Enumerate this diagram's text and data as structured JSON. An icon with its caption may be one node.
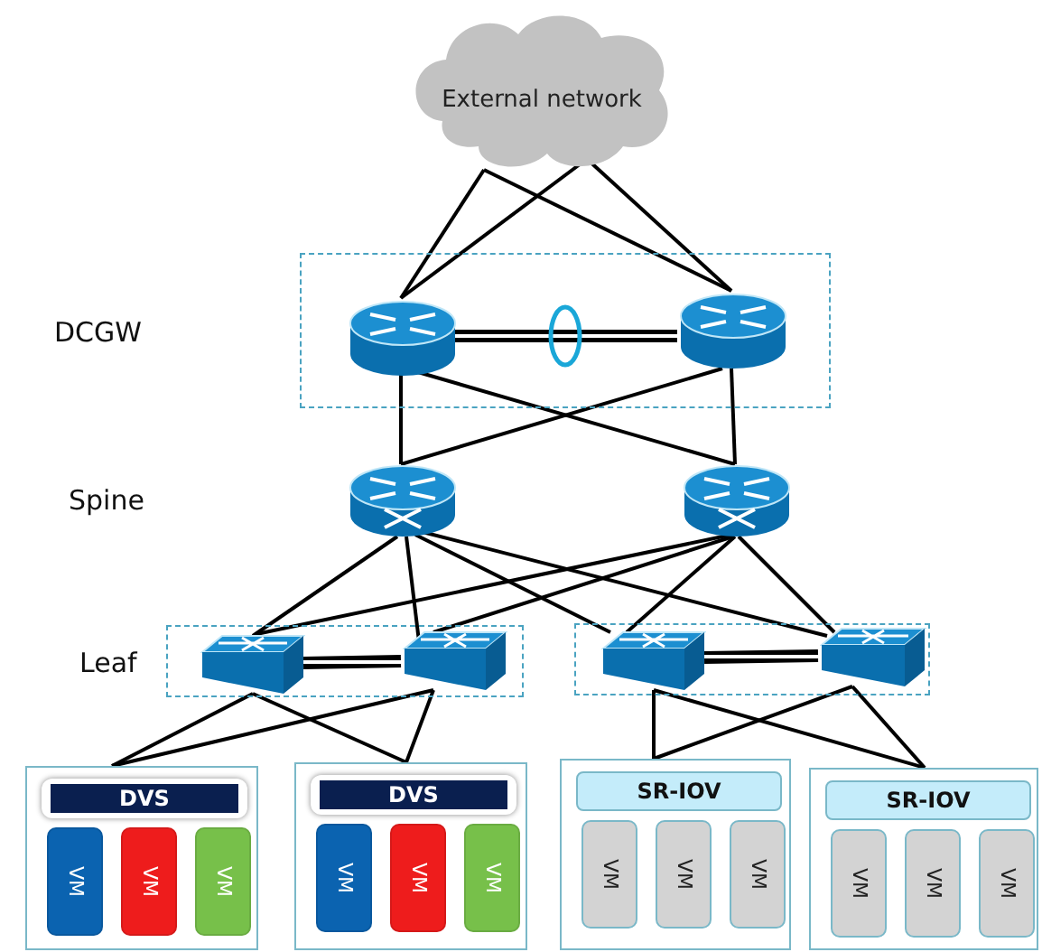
{
  "diagram": {
    "nodes": [
      {
        "text": [
          "External network"
        ]
      },
      {
        "text": [],
        "shape": "box"
      },
      {
        "text": [],
        "shape": "router",
        "in": 1
      },
      {
        "text": [],
        "shape": "router",
        "in": 1
      },
      {
        "text": [],
        "shape": "router"
      },
      {
        "text": [],
        "shape": "router"
      },
      {
        "text": [],
        "shape": "box"
      },
      {
        "text": [],
        "shape": "switch",
        "in": 6
      },
      {
        "text": [],
        "shape": "switch",
        "in": 6
      },
      {
        "text": [],
        "shape": "box"
      },
      {
        "text": [],
        "shape": "switch",
        "in": 9
      },
      {
        "text": [],
        "shape": "switch",
        "in": 9
      },
      {
        "text": [],
        "shape": "box"
      },
      {
        "text": [
          "DVS"
        ],
        "in": 12
      },
      {
        "text": [
          "VM"
        ],
        "in": 12
      },
      {
        "text": [
          "VM"
        ],
        "in": 12
      },
      {
        "text": [
          "VM"
        ],
        "in": 12
      },
      {
        "text": [],
        "shape": "box"
      },
      {
        "text": [
          "DVS"
        ],
        "in": 17
      },
      {
        "text": [
          "VM"
        ],
        "in": 17
      },
      {
        "text": [
          "VM"
        ],
        "in": 17
      },
      {
        "text": [
          "VM"
        ],
        "in": 17
      },
      {
        "text": [],
        "shape": "box"
      },
      {
        "text": [
          "SR-IOV"
        ],
        "in": 22
      },
      {
        "text": [
          "VM"
        ],
        "in": 22
      },
      {
        "text": [
          "VM"
        ],
        "in": 22
      },
      {
        "text": [
          "VM"
        ],
        "in": 22
      },
      {
        "text": [],
        "shape": "box"
      },
      {
        "text": [
          "SR-IOV"
        ],
        "in": 27
      },
      {
        "text": [
          "VM"
        ],
        "in": 27
      },
      {
        "text": [
          "VM"
        ],
        "in": 27
      },
      {
        "text": [
          "VM"
        ],
        "in": 27
      }
    ],
    "edges": [
      {
        "from": 0,
        "to": 2,
        "arrow": "none"
      },
      {
        "from": 0,
        "to": 3,
        "arrow": "none"
      },
      {
        "from": 0,
        "to": 2,
        "arrow": "none"
      },
      {
        "from": 0,
        "to": 3,
        "arrow": "none"
      },
      {
        "from": 2,
        "to": 3,
        "arrow": "none",
        "style": "thick"
      },
      {
        "from": 2,
        "to": 4,
        "arrow": "none"
      },
      {
        "from": 2,
        "to": 5,
        "arrow": "none"
      },
      {
        "from": 3,
        "to": 4,
        "arrow": "none"
      },
      {
        "from": 3,
        "to": 5,
        "arrow": "none"
      },
      {
        "from": 4,
        "to": 7,
        "arrow": "none"
      },
      {
        "from": 4,
        "to": 8,
        "arrow": "none"
      },
      {
        "from": 4,
        "to": 10,
        "arrow": "none"
      },
      {
        "from": 4,
        "to": 11,
        "arrow": "none"
      },
      {
        "from": 5,
        "to": 7,
        "arrow": "none"
      },
      {
        "from": 5,
        "to": 8,
        "arrow": "none"
      },
      {
        "from": 5,
        "to": 10,
        "arrow": "none"
      },
      {
        "from": 5,
        "to": 11,
        "arrow": "none"
      },
      {
        "from": 7,
        "to": 8,
        "arrow": "none",
        "style": "thick"
      },
      {
        "from": 10,
        "to": 11,
        "arrow": "none",
        "style": "thick"
      },
      {
        "from": 7,
        "to": 12,
        "arrow": "none"
      },
      {
        "from": 7,
        "to": 17,
        "arrow": "none"
      },
      {
        "from": 8,
        "to": 12,
        "arrow": "none"
      },
      {
        "from": 8,
        "to": 17,
        "arrow": "none"
      },
      {
        "from": 10,
        "to": 22,
        "arrow": "none"
      },
      {
        "from": 10,
        "to": 27,
        "arrow": "none"
      },
      {
        "from": 11,
        "to": 22,
        "arrow": "none"
      },
      {
        "from": 11,
        "to": 27,
        "arrow": "none"
      }
    ],
    "labels": [
      "DCGW",
      "Spine",
      "Leaf"
    ]
  }
}
